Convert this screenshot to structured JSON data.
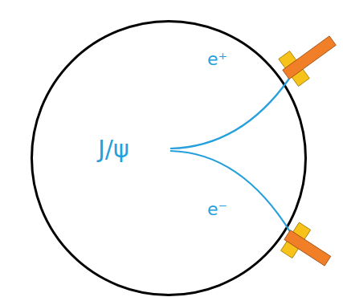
{
  "diagram": {
    "nodes": [
      {
        "text": [
          "e⁺",
          "J/ψ",
          "e⁻"
        ]
      }
    ]
  }
}
